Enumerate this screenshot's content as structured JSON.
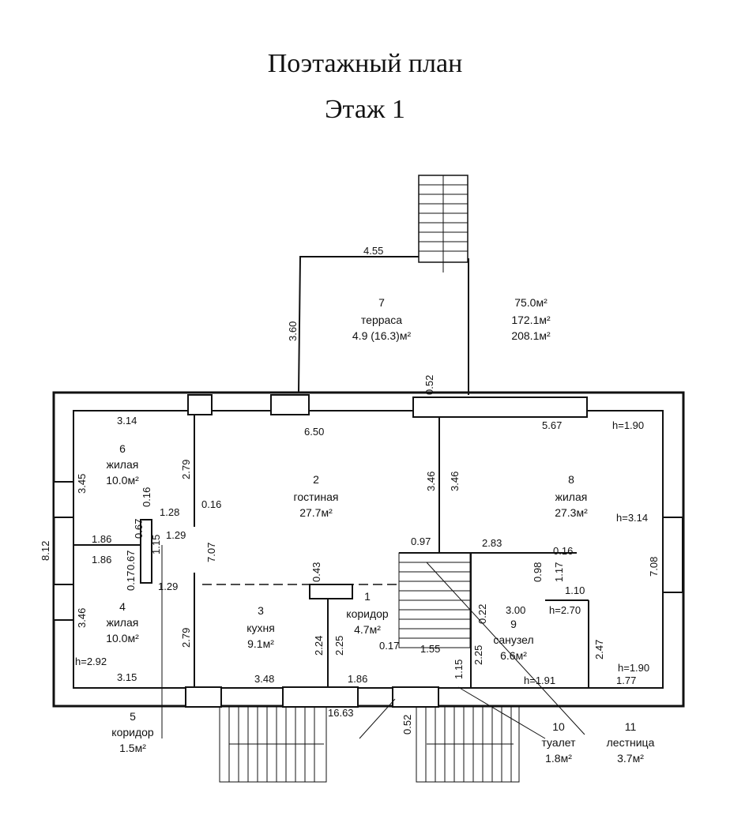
{
  "title": "Поэтажный план",
  "subtitle": "Этаж 1",
  "rooms": [
    {
      "num": "1",
      "name": "коридор",
      "area": "4.7м²"
    },
    {
      "num": "2",
      "name": "гостиная",
      "area": "27.7м²"
    },
    {
      "num": "3",
      "name": "кухня",
      "area": "9.1м²"
    },
    {
      "num": "4",
      "name": "жилая",
      "area": "10.0м²"
    },
    {
      "num": "5",
      "name": "коридор",
      "area": "1.5м²"
    },
    {
      "num": "6",
      "name": "жилая",
      "area": "10.0м²"
    },
    {
      "num": "7",
      "name": "терраса",
      "area": "4.9 (16.3)м²"
    },
    {
      "num": "8",
      "name": "жилая",
      "area": "27.3м²"
    },
    {
      "num": "9",
      "name": "санузел",
      "area": "6.6м²"
    },
    {
      "num": "10",
      "name": "туалет",
      "area": "1.8м²"
    },
    {
      "num": "11",
      "name": "лестница",
      "area": "3.7м²"
    }
  ],
  "totals": [
    "75.0м²",
    "172.1м²",
    "208.1м²"
  ],
  "dimensions": [
    "4.55",
    "3.60",
    "0.52",
    "3.14",
    "6.50",
    "5.67",
    "h=1.90",
    "2.79",
    "0.16",
    "3.46",
    "3.46",
    "3.45",
    "8.12",
    "1.86",
    "1.86",
    "0.67",
    "0.67",
    "0.17",
    "0.16",
    "1.28",
    "1.29",
    "1.29",
    "1.15",
    "7.07",
    "0.43",
    "0.97",
    "2.83",
    "0.16",
    "0.98",
    "1.17",
    "1.10",
    "0.22",
    "3.00",
    "h=2.70",
    "2.25",
    "2.24",
    "2.25",
    "1.15",
    "1.55",
    "0.17",
    "2.47",
    "h=3.14",
    "7.08",
    "h=1.90",
    "1.77",
    "h=1.91",
    "3.46",
    "h=2.92",
    "3.15",
    "3.48",
    "1.86",
    "16.63",
    "0.52",
    "2.79"
  ]
}
